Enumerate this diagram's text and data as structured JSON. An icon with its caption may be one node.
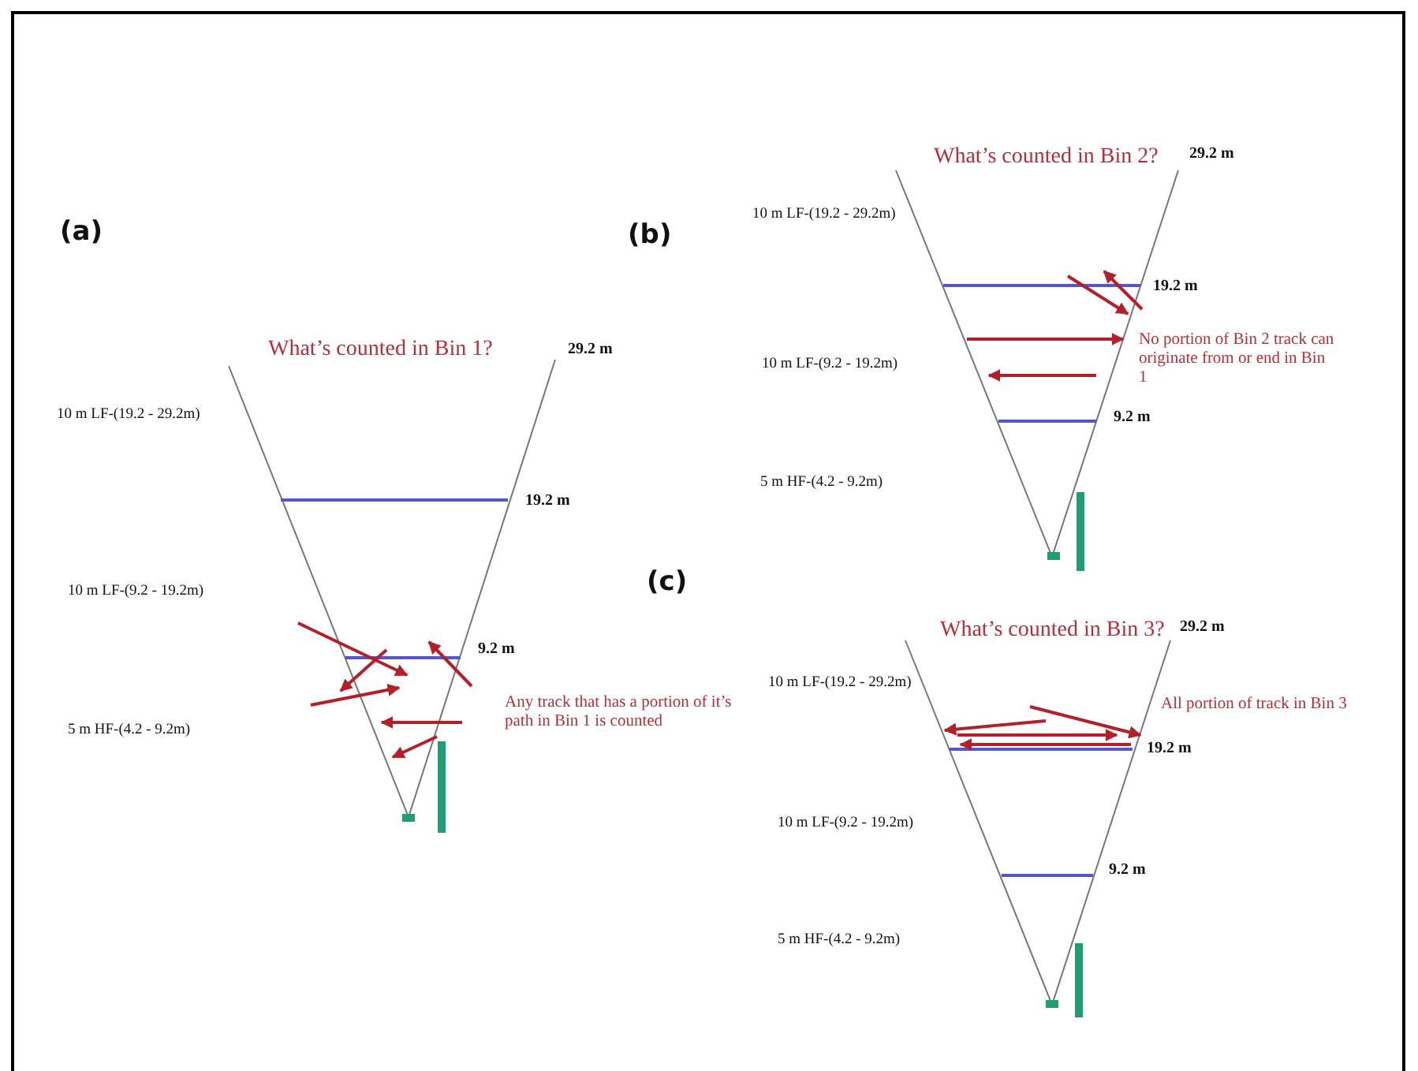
{
  "diagram": {
    "labels": [
      "(a)",
      "What’s counted in Bin 1?",
      "29.2 m",
      "10 m LF-(19.2 - 29.2m)",
      "19.2 m",
      "10 m LF-(9.2 - 19.2m)",
      "9.2 m",
      "Any track that has a portion of it’s path in Bin 1 is counted",
      "5 m HF-(4.2 - 9.2m)",
      "(b)",
      "What’s counted in Bin 2?",
      "29.2 m",
      "10 m LF-(19.2 - 29.2m)",
      "19.2 m",
      "No portion of Bin 2 track can originate from or end in Bin 1",
      "10 m LF-(9.2 - 19.2m)",
      "9.2 m",
      "5 m HF-(4.2 - 9.2m)",
      "(c)",
      "What’s counted in Bin 3?",
      "29.2 m",
      "10 m LF-(19.2 - 29.2m)",
      "All portion of track in Bin 3",
      "19.2 m",
      "10 m LF-(9.2 - 19.2m)",
      "9.2 m",
      "5 m HF-(4.2 - 9.2m)"
    ]
  }
}
